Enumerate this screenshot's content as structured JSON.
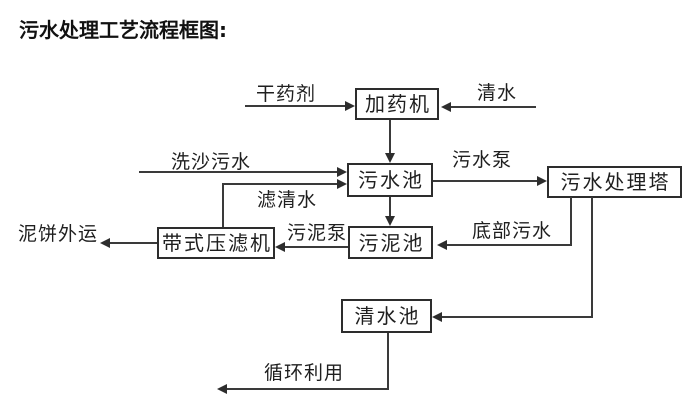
{
  "title": "污水处理工艺流程框图:",
  "colors": {
    "background": "#ffffff",
    "ink": "#1f1f1f",
    "line": "#3a3a3a",
    "box_border": "#2d2d2d"
  },
  "nodes": {
    "dosing_machine": "加药机",
    "sewage_pool": "污水池",
    "sewage_treatment_tower": "污水处理塔",
    "sludge_pool": "污泥池",
    "belt_filter_press": "带式压滤机",
    "clean_water_pool": "清水池"
  },
  "flow_labels": {
    "dry_chemical": "干药剂",
    "clean_water": "清水",
    "sand_washing_sewage": "洗沙污水",
    "sewage_pump": "污水泵",
    "filtered_water": "滤清水",
    "bottom_sewage": "底部污水",
    "sludge_pump": "污泥泵",
    "mud_cake_outbound": "泥饼外运",
    "recycling": "循环利用"
  },
  "edges": [
    {
      "from": "外部",
      "to": "加药机",
      "label": "干药剂",
      "direction": "right"
    },
    {
      "from": "外部",
      "to": "加药机",
      "label": "清水",
      "direction": "left"
    },
    {
      "from": "加药机",
      "to": "污水池",
      "label": "",
      "direction": "down"
    },
    {
      "from": "外部",
      "to": "污水池",
      "label": "洗沙污水",
      "direction": "right"
    },
    {
      "from": "带式压滤机",
      "to": "污水池",
      "label": "滤清水",
      "direction": "up-right"
    },
    {
      "from": "污水池",
      "to": "污水处理塔",
      "label": "污水泵",
      "direction": "right"
    },
    {
      "from": "污水池",
      "to": "污泥池",
      "label": "",
      "direction": "down"
    },
    {
      "from": "污水处理塔",
      "to": "污泥池",
      "label": "底部污水",
      "direction": "down-left"
    },
    {
      "from": "污泥池",
      "to": "带式压滤机",
      "label": "污泥泵",
      "direction": "left"
    },
    {
      "from": "带式压滤机",
      "to": "外部",
      "label": "泥饼外运",
      "direction": "left"
    },
    {
      "from": "污水处理塔",
      "to": "清水池",
      "label": "",
      "direction": "down-left"
    },
    {
      "from": "清水池",
      "to": "外部",
      "label": "循环利用",
      "direction": "down-left"
    }
  ]
}
